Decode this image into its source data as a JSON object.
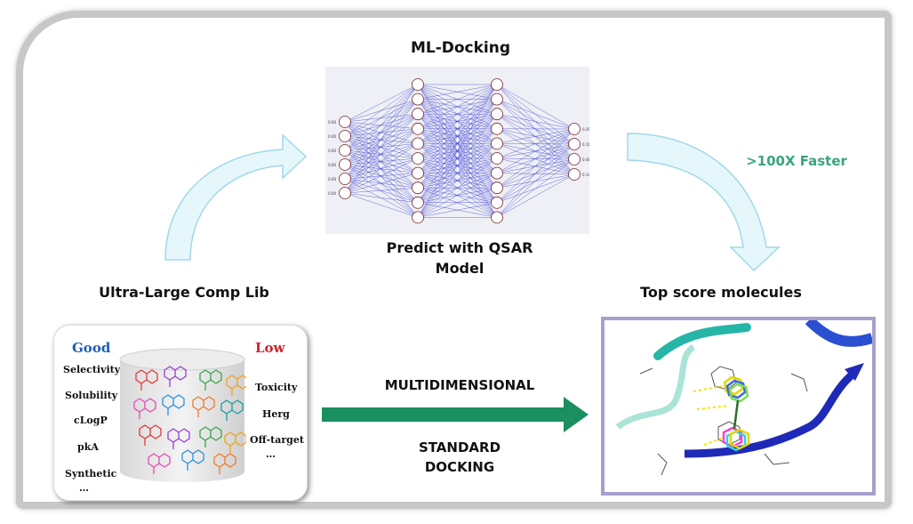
{
  "top_title": "ML-Docking",
  "predict_label": "Predict with QSAR Model",
  "predict_line1": "Predict with QSAR",
  "predict_line2": "Model",
  "faster_label": ">100X Faster",
  "library_label": "Ultra-Large Comp Lib",
  "top_score_label": "Top score molecules",
  "multidimensional_label": "MULTIDIMENSIONAL",
  "standard_docking_line1": "STANDARD",
  "standard_docking_line2": "DOCKING",
  "library": {
    "good_title": "Good",
    "good_items": [
      "Selectivity",
      "Solubility",
      "cLogP",
      "pkA",
      "Synthetic",
      "…"
    ],
    "low_title": "Low",
    "low_items": [
      "Toxicity",
      "Herg",
      "Off-target",
      "…"
    ]
  },
  "colors": {
    "faster": "#3aa57a",
    "good": "#1f5fb4",
    "low": "#d1222b",
    "main_arrow": "#1a8f5f",
    "curve_arrow_fill": "#e6f7fb",
    "curve_arrow_stroke": "#9fd9e8",
    "nn_edge": "#2c2fd0"
  },
  "network": {
    "input_values": [
      "0.00",
      "0.00",
      "0.00",
      "0.00",
      "0.00",
      "0.00"
    ],
    "output_values": [
      "0.29",
      "0.11",
      "0.08",
      "0.14"
    ]
  }
}
